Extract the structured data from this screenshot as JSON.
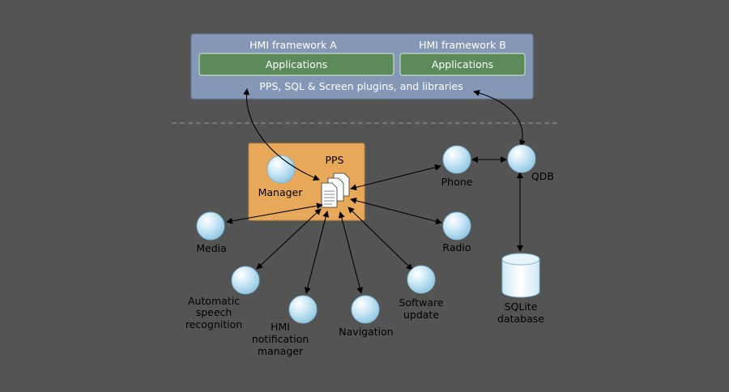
{
  "hmi": {
    "framework_a": "HMI framework A",
    "framework_b": "HMI framework B",
    "applications_a": "Applications",
    "applications_b": "Applications",
    "plugins": "PPS, SQL & Screen plugins, and libraries"
  },
  "pps": {
    "title": "PPS",
    "manager": "Manager"
  },
  "nodes": {
    "phone": "Phone",
    "qdb": "QDB",
    "media": "Media",
    "radio": "Radio",
    "asr": [
      "Automatic",
      "speech",
      "recognition"
    ],
    "hmi_notification": [
      "HMI",
      "notification",
      "manager"
    ],
    "navigation": "Navigation",
    "software_update": [
      "Software",
      "update"
    ],
    "sqlite": [
      "SQLite",
      "database"
    ]
  },
  "colors": {
    "background": "#545454",
    "hmi_box": "#8597b6",
    "applications": "#5c8a5b",
    "pps_box": "#e8a85a",
    "node_fill": "#bde2f2",
    "arrow": "#000000"
  }
}
